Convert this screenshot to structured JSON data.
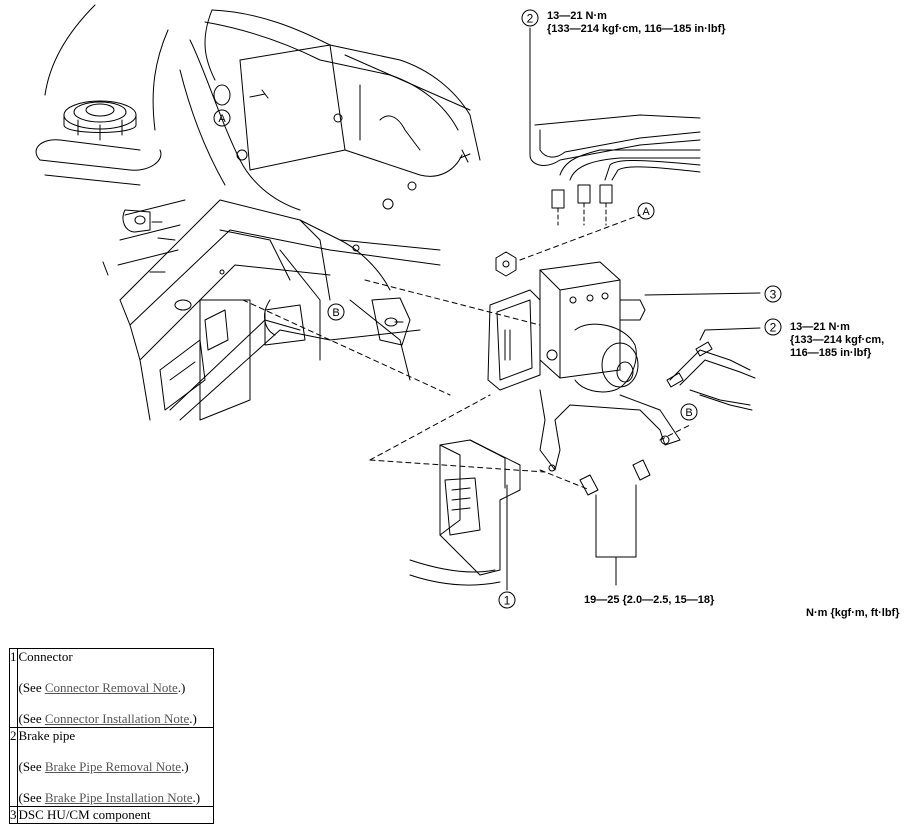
{
  "diagram": {
    "torque_top": [
      "13—21 N·m",
      "{133—214 kgf·cm, 116—185 in·lbf}"
    ],
    "torque_mid": [
      "13—21 N·m",
      "{133—214 kgf·cm,",
      "116—185 in·lbf}"
    ],
    "torque_bottom": "19—25 {2.0—2.5, 15—18}",
    "units": "N·m {kgf·m, ft·lbf}",
    "markers": {
      "one": "1",
      "two": "2",
      "three": "3",
      "A": "A",
      "B": "B"
    }
  },
  "legend": [
    {
      "num": "1",
      "title": "Connector",
      "notes": [
        {
          "pre": "(See ",
          "link": "Connector Removal Note",
          "post": ".)"
        },
        {
          "pre": "(See ",
          "link": "Connector Installation Note",
          "post": ".)"
        }
      ]
    },
    {
      "num": "2",
      "title": "Brake pipe",
      "notes": [
        {
          "pre": "(See ",
          "link": "Brake Pipe Removal Note",
          "post": ".)"
        },
        {
          "pre": "(See ",
          "link": "Brake Pipe Installation Note",
          "post": ".)"
        }
      ]
    },
    {
      "num": "3",
      "title": "DSC HU/CM component",
      "notes": []
    }
  ]
}
